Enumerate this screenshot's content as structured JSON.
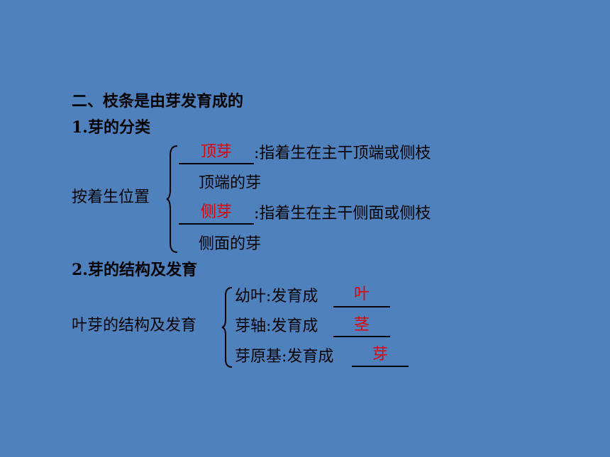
{
  "section_heading": "二、枝条是由芽发育成的",
  "part1": {
    "title": "1.芽的分类",
    "left_label": "按着生位置",
    "items": [
      {
        "answer": "顶芽",
        "text_line1": ":指着生在主干顶端或侧枝",
        "text_line2": "顶端的芽"
      },
      {
        "answer": "侧芽",
        "text_line1": ":指着生在主干侧面或侧枝",
        "text_line2": "侧面的芽"
      }
    ]
  },
  "part2": {
    "title": "2.芽的结构及发育",
    "left_label": "叶芽的结构及发育",
    "items": [
      {
        "label": "幼叶:发育成",
        "answer": "叶"
      },
      {
        "label": "芽轴:发育成",
        "answer": "茎"
      },
      {
        "label": "芽原基:发育成",
        "answer": "芽"
      }
    ]
  },
  "colors": {
    "background": "#4f81bd",
    "answer": "#e00000",
    "text": "#000000"
  }
}
